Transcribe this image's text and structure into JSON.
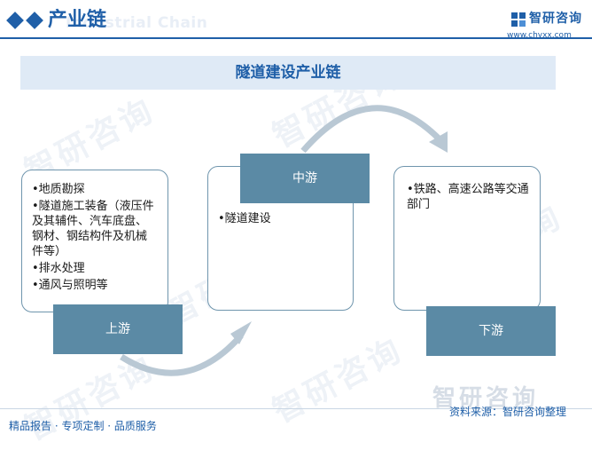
{
  "header": {
    "title": "产业链",
    "subtitle": "Industrial Chain",
    "logo_name": "智研咨询",
    "logo_url": "www.chyxx.com"
  },
  "diagram": {
    "title": "隧道建设产业链",
    "upstream": {
      "label": "上游",
      "items": [
        "•地质勘探",
        "•隧道施工装备（液压件及其辅件、汽车底盘、钢材、钢结构件及机械件等）",
        "•排水处理",
        "•通风与照明等"
      ]
    },
    "midstream": {
      "label": "中游",
      "items": [
        "•隧道建设"
      ]
    },
    "downstream": {
      "label": "下游",
      "items": [
        "•铁路、高速公路等交通部门"
      ]
    }
  },
  "footer": {
    "left": "精品报告 · 专项定制 · 品质服务",
    "right": "资料来源：智研咨询整理"
  },
  "watermark": "智研咨询",
  "colors": {
    "brand": "#1f5fa8",
    "stage_fill": "#5b8aa5",
    "box_border": "#6f95ad",
    "arrow": "#b9c8d4",
    "title_bg": "#dfeaf6"
  }
}
